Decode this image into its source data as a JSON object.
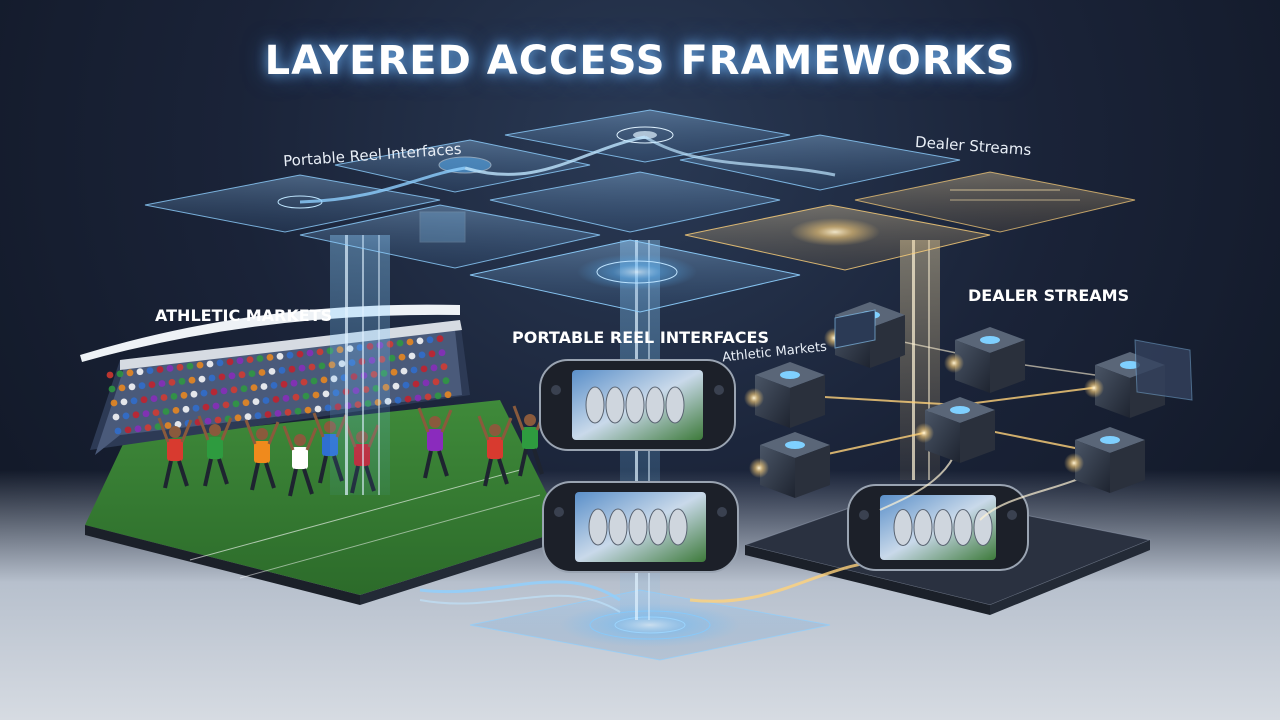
{
  "title": "LAYERED ACCESS FRAMEWORKS",
  "labels": {
    "portable_top": "Portable Reel Interfaces",
    "dealer_top": "Dealer Streams",
    "athletic_caps": "ATHLETIC MARKETS",
    "portable_caps": "PORTABLE REEL INTERFACES",
    "athletic_small": "Athletic Markets",
    "dealer_caps": "DEALER STREAMS"
  },
  "colors": {
    "blue_glow": "#5ab8ff",
    "gold_glow": "#ffd27a",
    "jerseys": [
      "#d83a2f",
      "#2e9b3f",
      "#f08a1c",
      "#ffffff",
      "#2f6fd0",
      "#c8202a",
      "#8a2bbd"
    ]
  }
}
